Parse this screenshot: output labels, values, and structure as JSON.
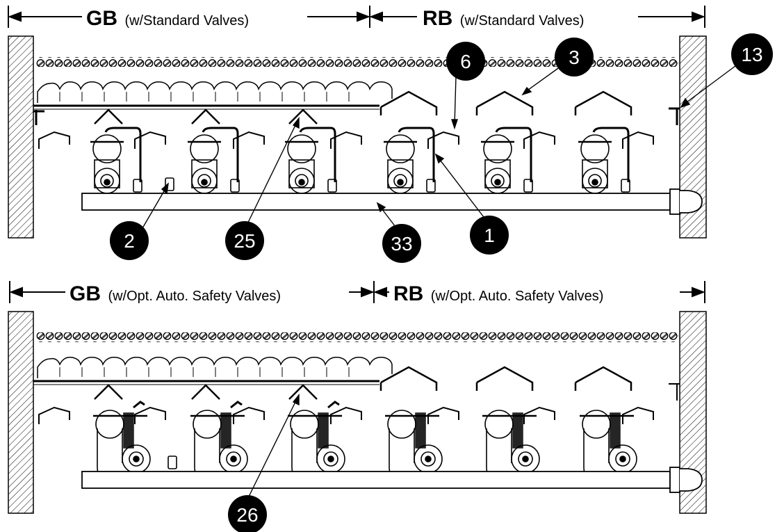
{
  "top_panel": {
    "left_header": {
      "code": "GB",
      "desc": "(w/Standard Valves)"
    },
    "right_header": {
      "code": "RB",
      "desc": "(w/Standard Valves)"
    },
    "callouts": [
      "6",
      "3",
      "13",
      "2",
      "25",
      "33",
      "1"
    ]
  },
  "bottom_panel": {
    "left_header": {
      "code": "GB",
      "desc": "(w/Opt. Auto. Safety Valves)"
    },
    "right_header": {
      "code": "RB",
      "desc": "(w/Opt. Auto. Safety Valves)"
    },
    "callouts": [
      "26"
    ]
  },
  "colors": {
    "line": "#000000",
    "callout_fill": "#000000",
    "callout_text": "#ffffff",
    "hatch": "#000000"
  }
}
